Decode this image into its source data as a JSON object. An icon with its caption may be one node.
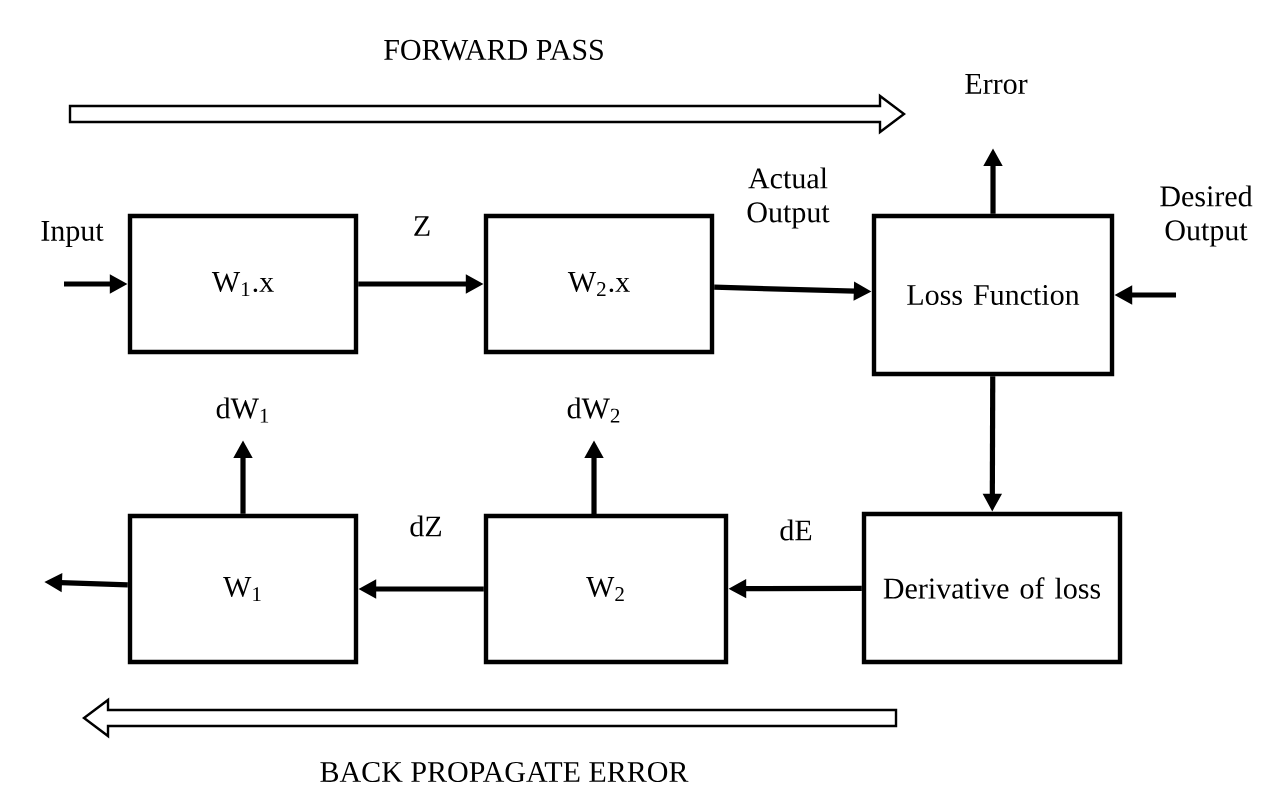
{
  "diagram": {
    "nodes": [
      {
        "text": [
          "W$_{1}$.x"
        ]
      },
      {
        "text": [
          "W$_{2}$.x"
        ]
      },
      {
        "text": [
          "Loss Function"
        ]
      },
      {
        "text": [
          "W$_{1}$"
        ]
      },
      {
        "text": [
          "W$_{2}$"
        ]
      },
      {
        "text": [
          "Derivative of loss"
        ]
      }
    ],
    "edges": [
      {
        "from": null,
        "to": 0,
        "arrow": "to",
        "label": "Input"
      },
      {
        "from": 0,
        "to": 1,
        "arrow": "to",
        "label": "Z"
      },
      {
        "from": 1,
        "to": 2,
        "arrow": "to",
        "label": "Actual Output"
      },
      {
        "from": 2,
        "to": null,
        "arrow": "to",
        "label": "Error"
      },
      {
        "from": null,
        "to": 2,
        "arrow": "to",
        "label": "Desired Output"
      },
      {
        "from": 2,
        "to": 5,
        "arrow": "to"
      },
      {
        "from": 5,
        "to": 4,
        "arrow": "to",
        "label": "dE"
      },
      {
        "from": 4,
        "to": 3,
        "arrow": "to",
        "label": "dZ"
      },
      {
        "from": 3,
        "to": null,
        "arrow": "to"
      },
      {
        "from": 3,
        "to": null,
        "arrow": "to",
        "label": "dW$_{1}$"
      },
      {
        "from": 4,
        "to": null,
        "arrow": "to",
        "label": "dW$_{2}$"
      }
    ],
    "labels": [
      "FORWARD PASS",
      "BACK PROPAGATE ERROR"
    ]
  }
}
